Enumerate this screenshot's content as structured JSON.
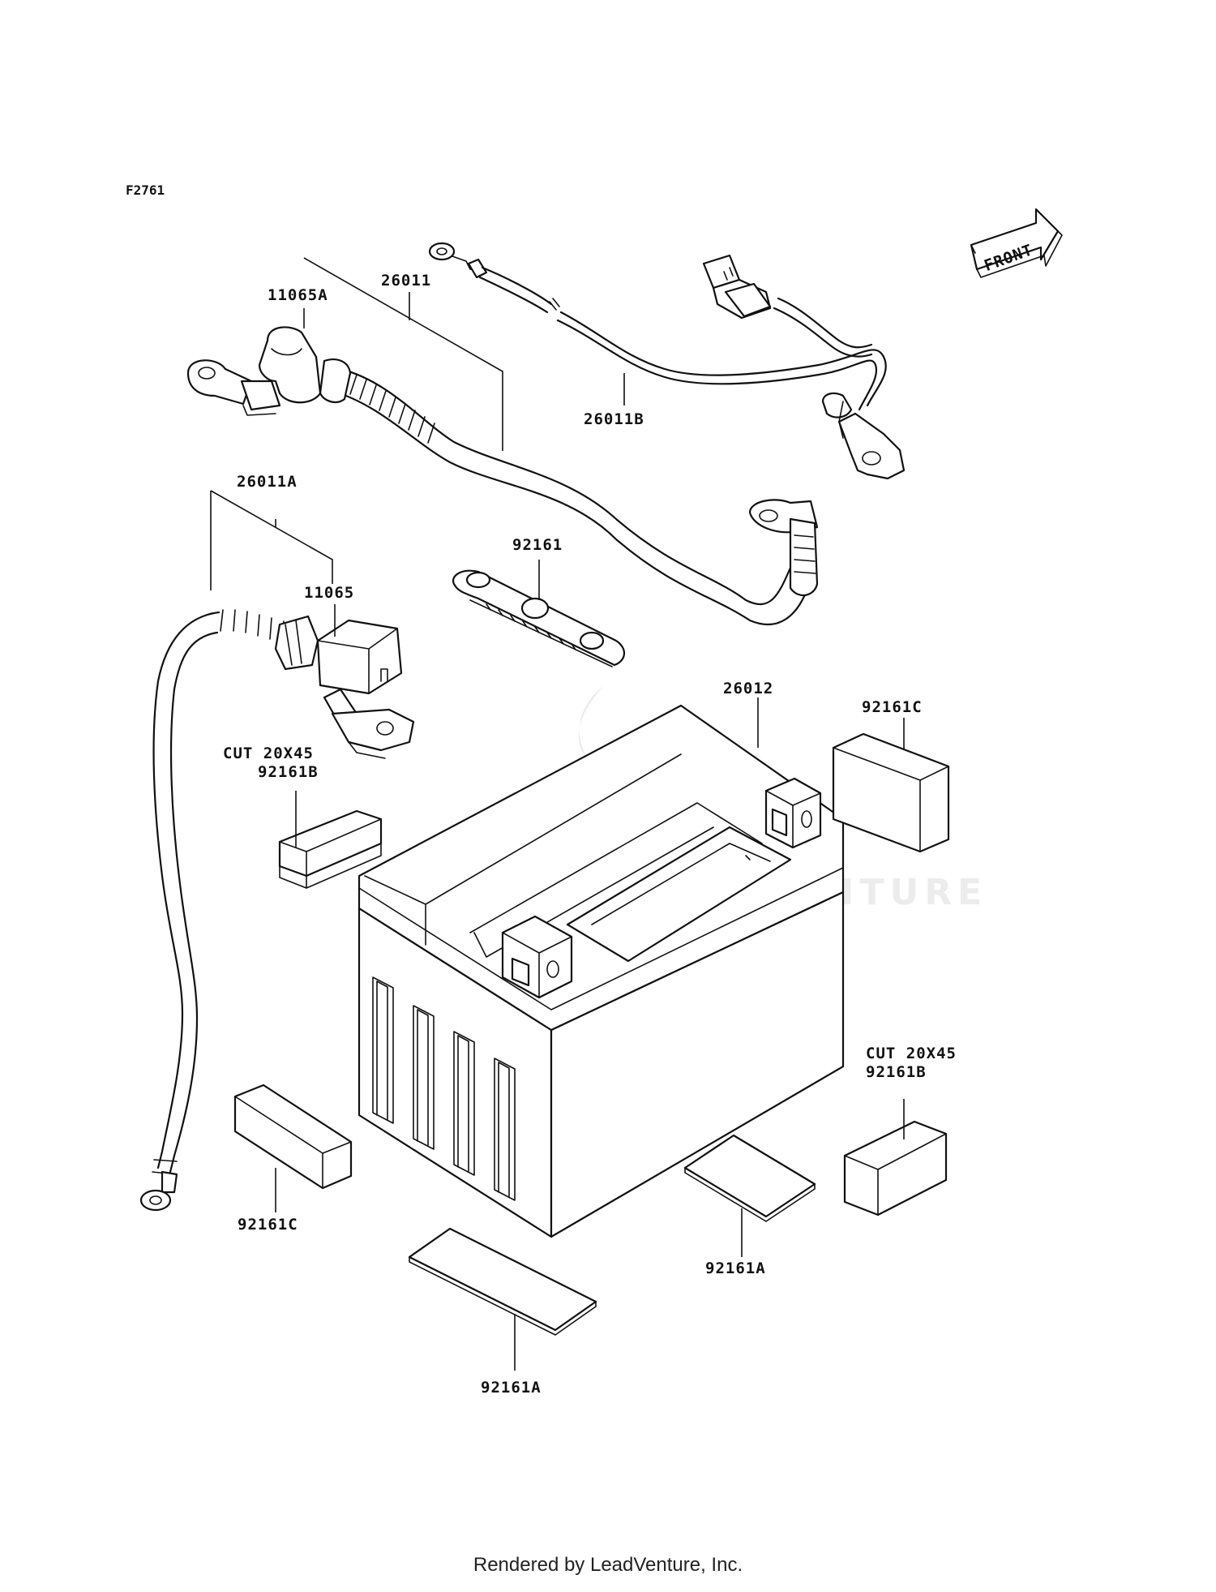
{
  "diagram_code": "F2761",
  "front_label": "FRONT",
  "watermark_text": "LEADVENTURE",
  "footer": "Rendered by LeadVenture, Inc.",
  "callouts": {
    "p11065A": "11065A",
    "p26011": "26011",
    "p26011B": "26011B",
    "p26011A": "26011A",
    "p11065": "11065",
    "p92161": "92161",
    "p26012": "26012",
    "p92161C_right": "92161C",
    "cut_left": "CUT 20X45",
    "p92161B_left": "92161B",
    "cut_right": "CUT 20X45",
    "p92161B_right": "92161B",
    "p92161C_left": "92161C",
    "p92161A_right": "92161A",
    "p92161A_bottom": "92161A"
  }
}
